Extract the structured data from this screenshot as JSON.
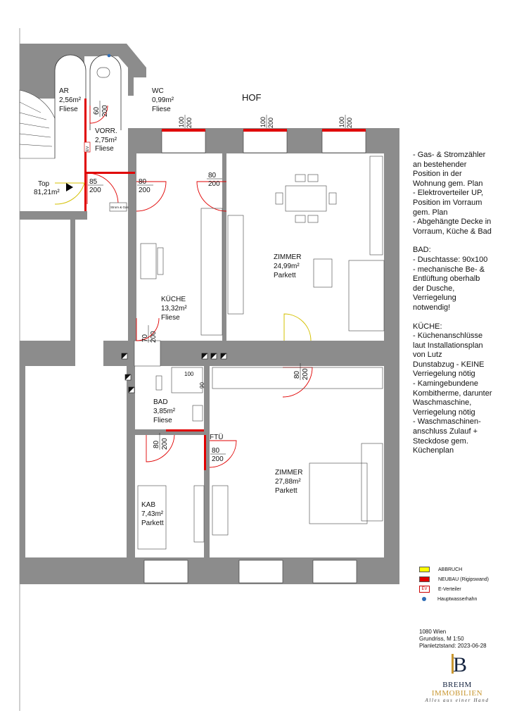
{
  "courtyard_label": "HOF",
  "rooms": [
    {
      "name": "AR",
      "area": "2,56m²",
      "floor": "Fliese"
    },
    {
      "name": "WC",
      "area": "0,99m²",
      "floor": "Fliese"
    },
    {
      "name": "VORR.",
      "area": "2,75m²",
      "floor": "Fliese"
    },
    {
      "name": "Top",
      "area": "81,21m²"
    },
    {
      "name": "KÜCHE",
      "area": "13,32m²",
      "floor": "Fliese"
    },
    {
      "name": "ZIMMER",
      "area": "24,99m²",
      "floor": "Parkett"
    },
    {
      "name": "BAD",
      "area": "3,85m²",
      "floor": "Fliese"
    },
    {
      "name": "ZIMMER",
      "area": "27,88m²",
      "floor": "Parkett"
    },
    {
      "name": "KAB",
      "area": "7,43m²",
      "floor": "Parkett"
    }
  ],
  "door_dims": [
    {
      "w": "60",
      "h": "200"
    },
    {
      "w": "85",
      "h": "200"
    },
    {
      "w": "80",
      "h": "200"
    },
    {
      "w": "80",
      "h": "200"
    },
    {
      "w": "70",
      "h": "200"
    },
    {
      "w": "80",
      "h": "200"
    },
    {
      "w": "80",
      "h": "200"
    },
    {
      "w": "80",
      "h": "200"
    }
  ],
  "window_dims": [
    {
      "w": "100",
      "h": "200"
    },
    {
      "w": "100",
      "h": "200"
    },
    {
      "w": "100",
      "h": "200"
    }
  ],
  "shower_dims": {
    "w": "100",
    "h": "90"
  },
  "ev_mark": "EV",
  "ftu_mark": "FTÜ",
  "meter_box": "Strom & Gas",
  "notes": [
    "- Gas- & Stromzähler",
    "an bestehender",
    "Position in der",
    "Wohnung gem. Plan",
    "- Elektroverteiler UP,",
    "Position im Vorraum",
    "gem. Plan",
    "- Abgehängte Decke in",
    "Vorraum, Küche & Bad",
    "",
    "BAD:",
    "- Duschtasse: 90x100",
    "- mechanische Be- &",
    "Entlüftung oberhalb",
    "der Dusche,",
    "Verriegelung",
    "notwendig!",
    "",
    "KÜCHE:",
    "- Küchenanschlüsse",
    "laut Installationsplan",
    "von Lutz",
    "Dunstabzug - KEINE",
    "Verriegelung nötig",
    "- Kamingebundene",
    "Kombitherme, darunter",
    "Waschmaschine,",
    "Verriegelung nötig",
    "- Waschmaschinen-",
    "anschluss Zulauf  +",
    "Steckdose gem.",
    "Küchenplan"
  ],
  "legend": {
    "abbruch": "ABBRUCH",
    "neubau": "NEUBAU (Rigipswand)",
    "ev_code": "EV",
    "ev": "E-Verteiler",
    "hauptwasserhahn": "Hauptwasserhahn"
  },
  "colors": {
    "wall": "#8c8c8c",
    "abbruch": "#ffff00",
    "neubau": "#e00000",
    "water_valve": "#2f6db5",
    "logo_navy": "#14233f",
    "logo_gold": "#c8962e"
  },
  "meta": [
    "1080 Wien",
    "Grundriss, M 1:50",
    "Planletztstand: 2023-06-28"
  ],
  "logo": {
    "letter": "B",
    "name_a": "BREHM",
    "name_b": "IMMOBILIEN",
    "tagline": "Alles aus einer Hand"
  }
}
